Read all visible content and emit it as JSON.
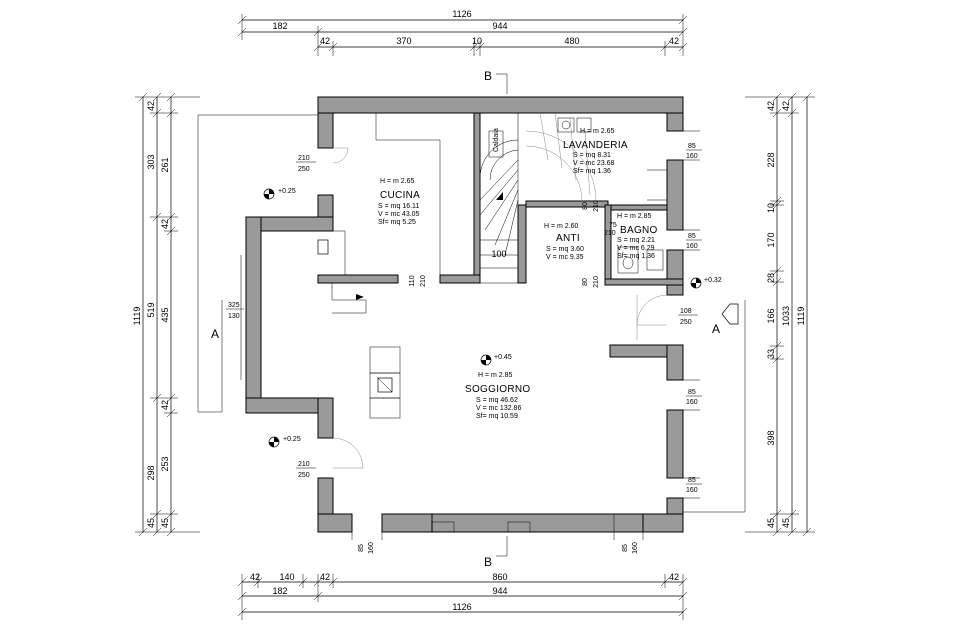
{
  "dimensions": {
    "top_row1": [
      "1126"
    ],
    "top_row2": [
      "182",
      "944"
    ],
    "top_row3": [
      "42",
      "370",
      "10",
      "480",
      "42"
    ],
    "bottom_row1": [
      "42",
      "140",
      "42",
      "860",
      "42"
    ],
    "bottom_row2": [
      "182",
      "944"
    ],
    "bottom_row3": [
      "1126"
    ],
    "left_outer": [
      "1119"
    ],
    "left_mid": [
      "42",
      "303",
      "519",
      "298",
      "45"
    ],
    "left_inner": [
      "261",
      "42",
      "435",
      "42",
      "253",
      "45"
    ],
    "right_inner": [
      "42",
      "228",
      "10",
      "170",
      "28",
      "166",
      "33",
      "398",
      "45"
    ],
    "right_mid": [
      "42",
      "1033",
      "45"
    ],
    "right_outer": [
      "1119"
    ]
  },
  "sections": {
    "a_left": "A",
    "a_right": "A",
    "b_top": "B",
    "b_bottom": "B"
  },
  "rooms": {
    "cucina": {
      "name": "CUCINA",
      "h": "H = m    2.65",
      "s": "S = mq 16.11",
      "v": "V = mc 43.05",
      "sf": "Sf= mq  5.25"
    },
    "lavanderia": {
      "name": "LAVANDERIA",
      "h": "H = m    2.65",
      "s": "S = mq  8.31",
      "v": "V = mc 23.68",
      "sf": "Sf= mq  1.36"
    },
    "anti": {
      "name": "ANTI",
      "h": "H = m    2.60",
      "s": "S = mq  3.60",
      "v": "V = mc  9.35",
      "sf": ""
    },
    "bagno": {
      "name": "BAGNO",
      "h": "H = m    2.85",
      "s": "S = mq  2.21",
      "v": "V = mc  6.29",
      "sf": "Sf= mq  1.36"
    },
    "soggiorno": {
      "name": "SOGGIORNO",
      "h": "H = m    2.85",
      "s": "S = mq 46.62",
      "v": "V = mc 132.86",
      "sf": "Sf= mq 10.59"
    }
  },
  "openings": {
    "cucina_door": [
      "210",
      "250"
    ],
    "window_left_a": [
      "325",
      "130"
    ],
    "bottom_left_door": [
      "210",
      "250"
    ],
    "right_window_1": [
      "85",
      "160"
    ],
    "right_window_2": [
      "85",
      "160"
    ],
    "right_door": [
      "108",
      "250"
    ],
    "right_window_3": [
      "85",
      "160"
    ],
    "right_window_4": [
      "85",
      "160"
    ],
    "bottom_window_1": [
      "85",
      "160"
    ],
    "bottom_window_2": [
      "85",
      "160"
    ],
    "cucina_pass": [
      "110",
      "210"
    ],
    "anti_door_top": [
      "80",
      "210"
    ],
    "anti_door_bottom": [
      "80",
      "210"
    ],
    "bagno_door": [
      "75",
      "210"
    ],
    "stair_width": "100"
  },
  "levels": {
    "top_left": "+0.25",
    "bottom_left": "+0.25",
    "right": "+0.32",
    "soggiorno": "+0.45"
  },
  "fixtures": {
    "caldaia": "Caldaia"
  }
}
